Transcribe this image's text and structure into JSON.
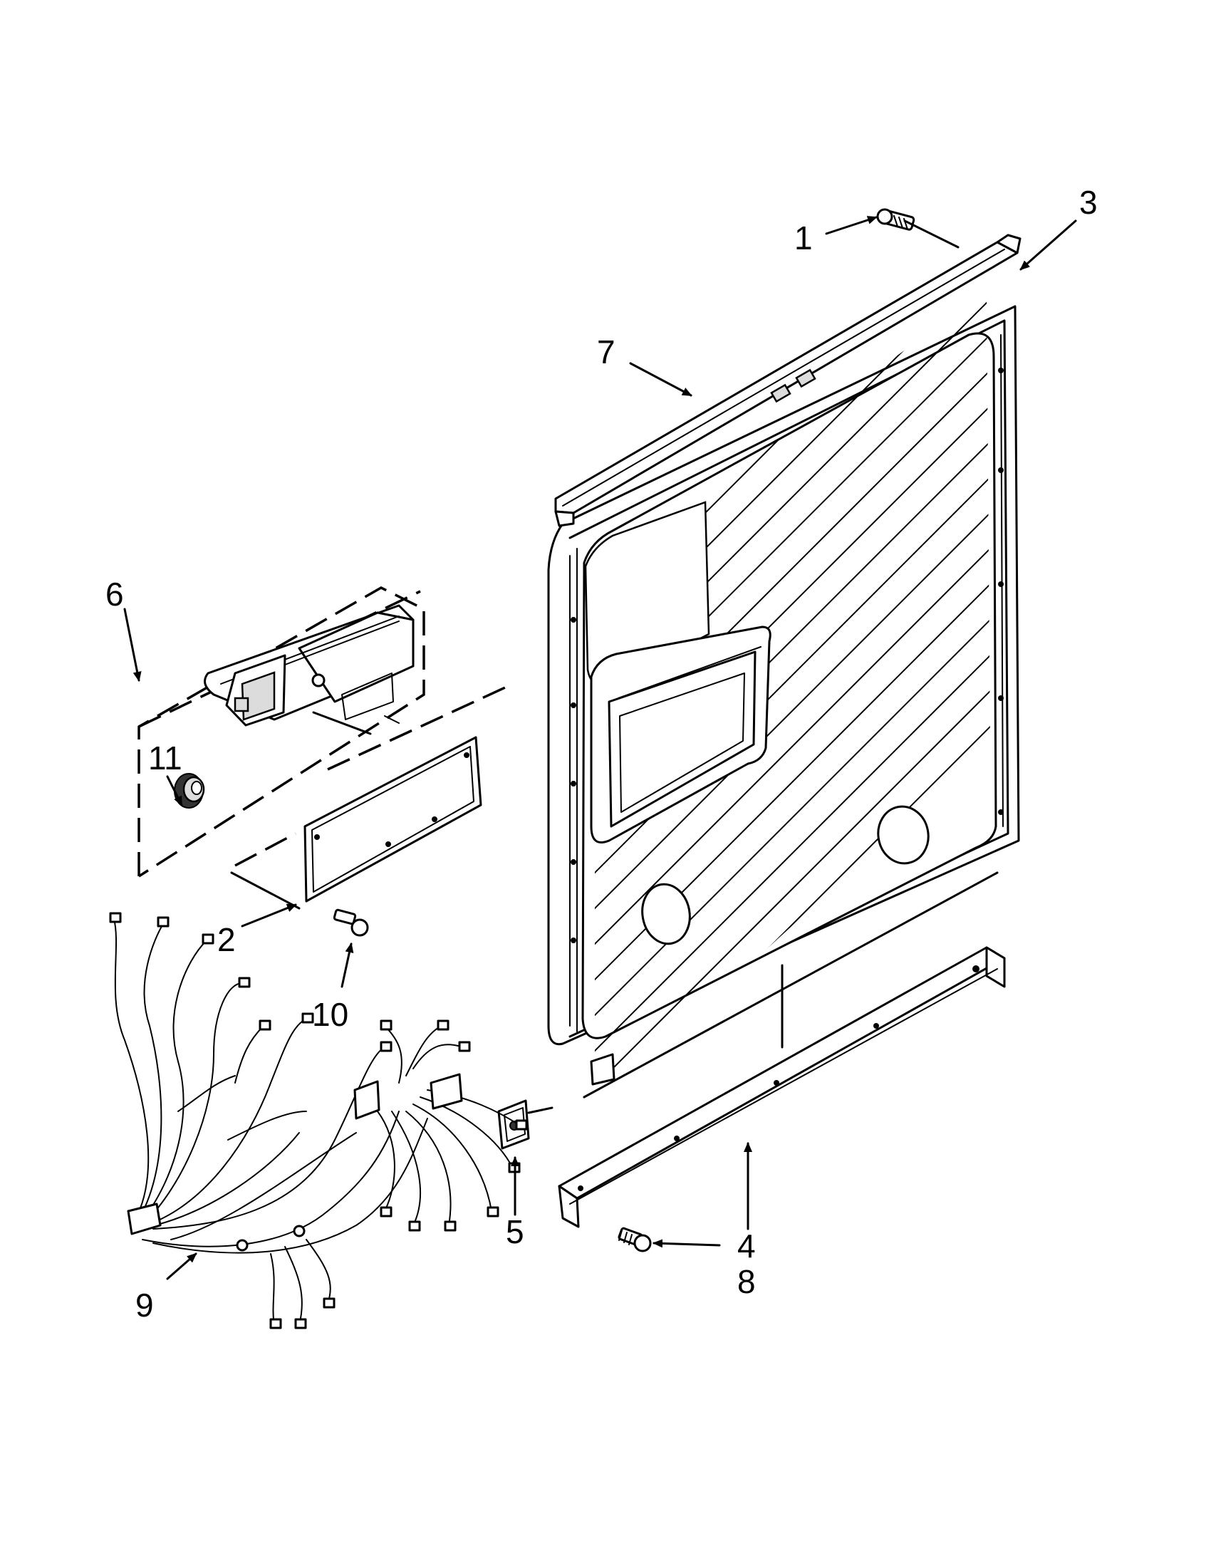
{
  "callouts": [
    {
      "id": "1",
      "label": "1",
      "part": "screw"
    },
    {
      "id": "2",
      "label": "2",
      "part": "gasket"
    },
    {
      "id": "3",
      "label": "3",
      "part": "inner door panel"
    },
    {
      "id": "4",
      "label": "4",
      "part": "bottom rail"
    },
    {
      "id": "5",
      "label": "5",
      "part": "clip"
    },
    {
      "id": "6",
      "label": "6",
      "part": "control module assembly"
    },
    {
      "id": "7",
      "label": "7",
      "part": "top trim strip"
    },
    {
      "id": "8",
      "label": "8",
      "part": "screw"
    },
    {
      "id": "9",
      "label": "9",
      "part": "wire harness"
    },
    {
      "id": "10",
      "label": "10",
      "part": "screw"
    },
    {
      "id": "11",
      "label": "11",
      "part": "knob"
    }
  ]
}
